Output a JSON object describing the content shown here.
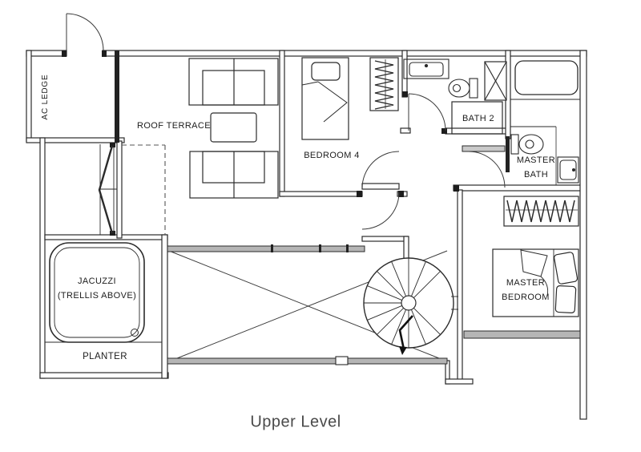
{
  "plan": {
    "caption": "Upper Level",
    "labels": {
      "ac_ledge": "AC LEDGE",
      "roof_terrace": "ROOF TERRACE",
      "bedroom_4": "BEDROOM 4",
      "bath_2": "BATH 2",
      "master_bath_line1": "MASTER",
      "master_bath_line2": "BATH",
      "master_bedroom_line1": "MASTER",
      "master_bedroom_line2": "BEDROOM",
      "jacuzzi": "JACUZZI",
      "jacuzzi_note": "(TRELLIS ABOVE)",
      "planter": "PLANTER"
    },
    "colors": {
      "line": "#2b2b2b",
      "railing_fill": "#b5b5b5",
      "caption_text": "#4a4a4a"
    }
  }
}
